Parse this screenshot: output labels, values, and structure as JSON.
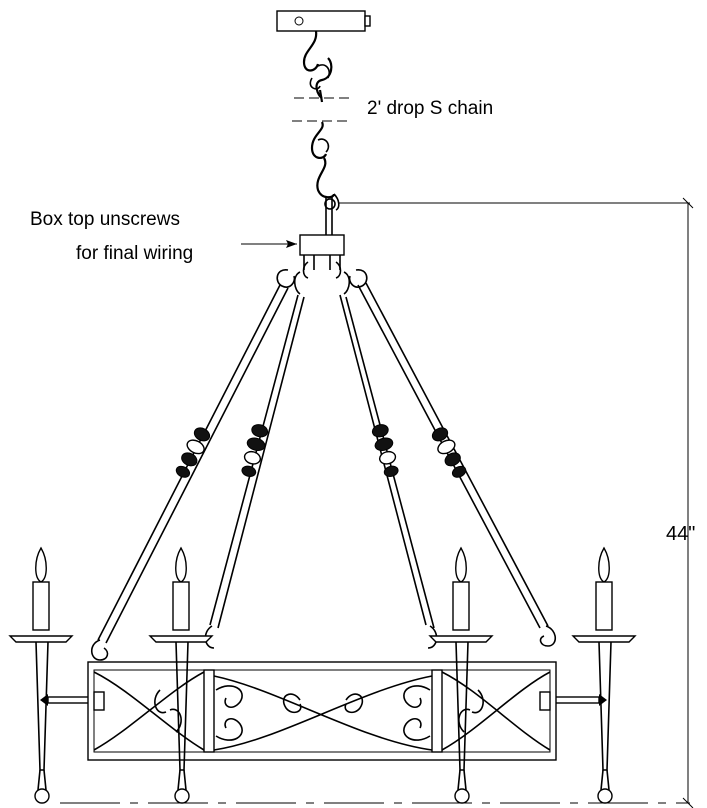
{
  "annotations": {
    "chain_label": "2' drop S chain",
    "box_label_line1": "Box top unscrews",
    "box_label_line2": "for final wiring",
    "height_label": "44\""
  },
  "colors": {
    "ink": "#000000",
    "background": "#ffffff"
  }
}
